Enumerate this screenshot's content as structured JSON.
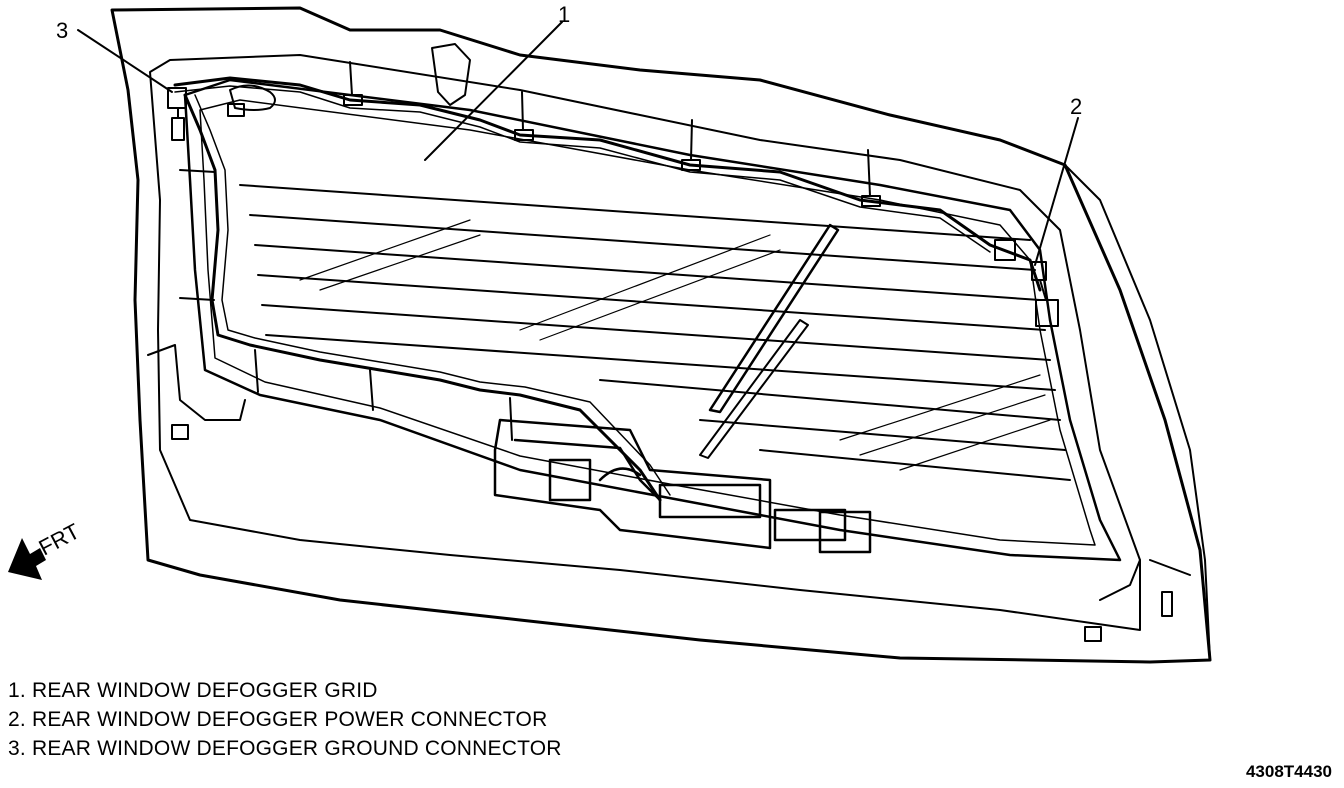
{
  "callouts": [
    {
      "number": "1",
      "target": "defogger-grid"
    },
    {
      "number": "2",
      "target": "power-connector"
    },
    {
      "number": "3",
      "target": "ground-connector"
    }
  ],
  "direction_label": "FRT",
  "legend": [
    "1. REAR WINDOW DEFOGGER GRID",
    "2. REAR WINDOW DEFOGGER POWER CONNECTOR",
    "3. REAR WINDOW DEFOGGER GROUND CONNECTOR"
  ],
  "figure_code": "4308T4430"
}
